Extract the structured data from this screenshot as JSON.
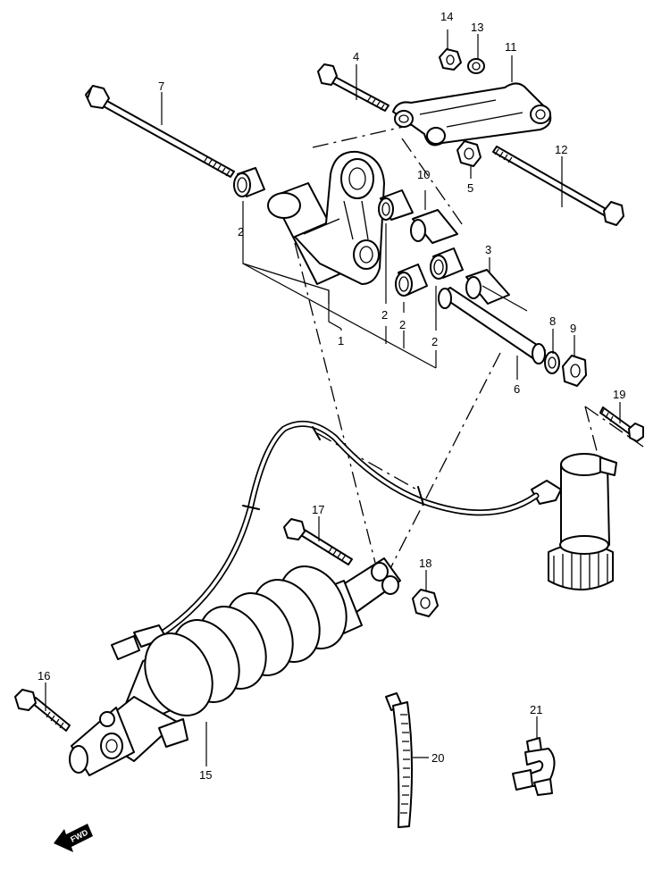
{
  "callouts": [
    {
      "id": "c1",
      "text": "1"
    },
    {
      "id": "c2a",
      "text": "2"
    },
    {
      "id": "c2b",
      "text": "2"
    },
    {
      "id": "c2c",
      "text": "2"
    },
    {
      "id": "c2d",
      "text": "2"
    },
    {
      "id": "c3",
      "text": "3"
    },
    {
      "id": "c4",
      "text": "4"
    },
    {
      "id": "c5",
      "text": "5"
    },
    {
      "id": "c6",
      "text": "6"
    },
    {
      "id": "c7",
      "text": "7"
    },
    {
      "id": "c8",
      "text": "8"
    },
    {
      "id": "c9",
      "text": "9"
    },
    {
      "id": "c10",
      "text": "10"
    },
    {
      "id": "c11",
      "text": "11"
    },
    {
      "id": "c12",
      "text": "12"
    },
    {
      "id": "c13",
      "text": "13"
    },
    {
      "id": "c14",
      "text": "14"
    },
    {
      "id": "c15",
      "text": "15"
    },
    {
      "id": "c16",
      "text": "16"
    },
    {
      "id": "c17",
      "text": "17"
    },
    {
      "id": "c18",
      "text": "18"
    },
    {
      "id": "c19",
      "text": "19"
    },
    {
      "id": "c20",
      "text": "20"
    },
    {
      "id": "c21",
      "text": "21"
    }
  ],
  "fwd_label": "FWD"
}
